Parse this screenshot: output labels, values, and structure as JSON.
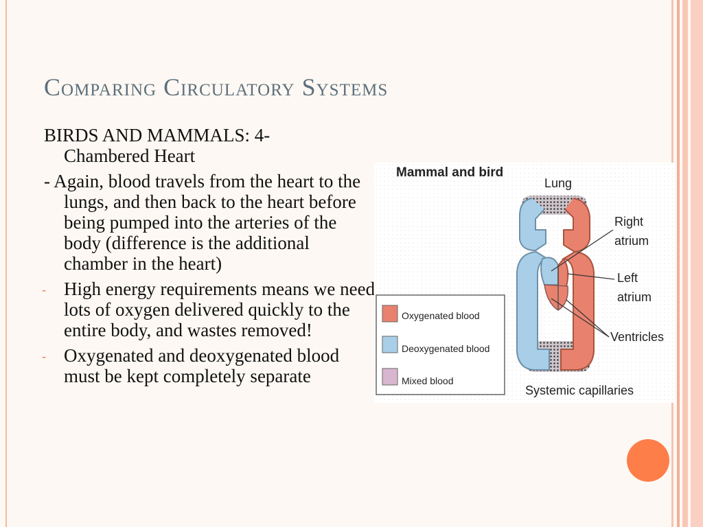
{
  "slide": {
    "title": "Comparing Circulatory Systems",
    "heading_line1": "BIRDS AND MAMMALS: 4-",
    "heading_line2": "Chambered Heart",
    "intro": "- Again, blood travels from the heart to the lungs, and then back to the heart before being pumped into the arteries of the body (difference is the additional chamber in the heart)",
    "bullets": [
      "High energy requirements means we need lots of oxygen delivered quickly to the entire body, and wastes removed!",
      "Oxygenated and deoxygenated blood must be kept completely separate"
    ],
    "bullet_marker": "-"
  },
  "figure": {
    "caption": "Mammal and bird",
    "labels": {
      "lung": "Lung",
      "right": "Right",
      "atrium1": "atrium",
      "left": "Left",
      "atrium2": "atrium",
      "ventricles": "Ventricles",
      "capillaries": "Systemic capillaries"
    },
    "legend": [
      {
        "label": "Oxygenated blood",
        "color": "#e8826f"
      },
      {
        "label": "Deoxygenated blood",
        "color": "#a9cfe8"
      },
      {
        "label": "Mixed blood",
        "color": "#d9b6cf"
      }
    ]
  },
  "theme": {
    "title_color": "#5d6f7c",
    "accent": "#fd7e49",
    "oxygenated": "#e8826f",
    "deoxygenated": "#a9cfe8"
  }
}
